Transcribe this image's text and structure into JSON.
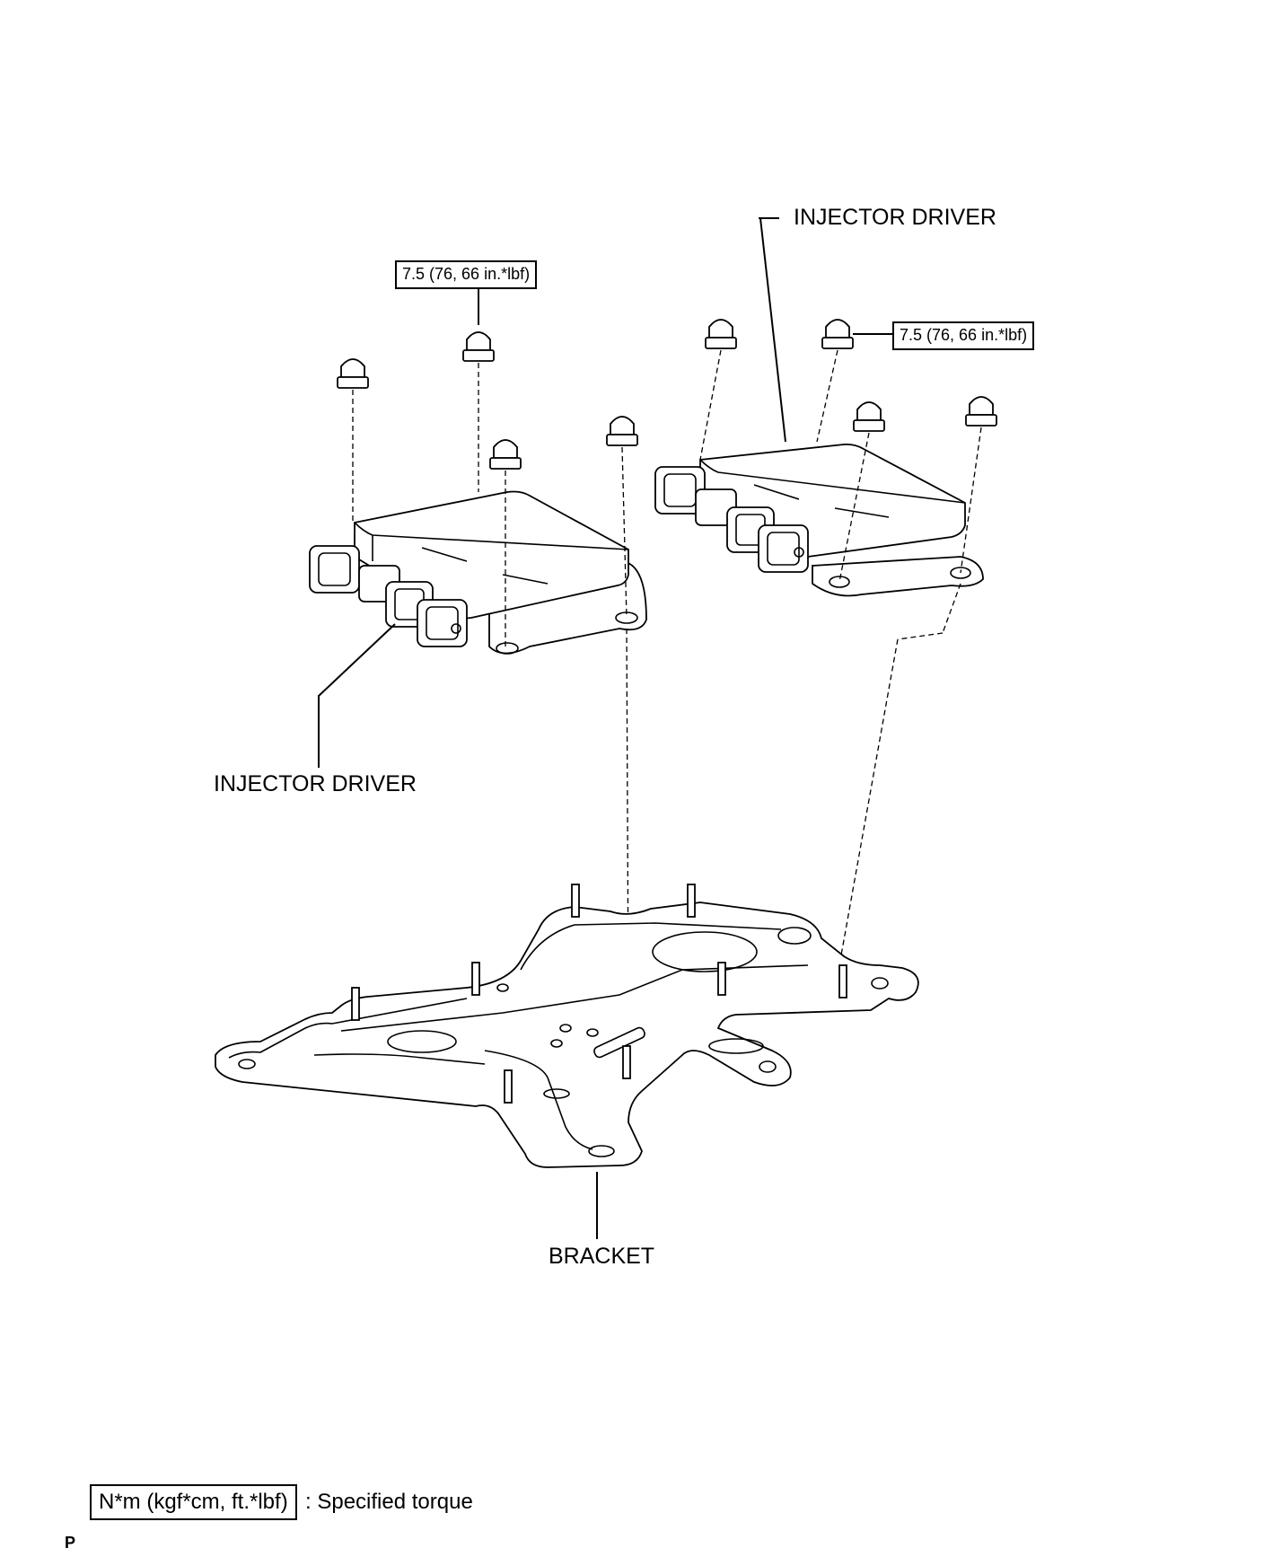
{
  "labels": {
    "injector_driver_right": "INJECTOR DRIVER",
    "injector_driver_left": "INJECTOR DRIVER",
    "bracket": "BRACKET"
  },
  "torque": {
    "left": "7.5 (76, 66 in.*lbf)",
    "right": "7.5 (76, 66 in.*lbf)"
  },
  "legend": {
    "unit": "N*m (kgf*cm, ft.*lbf)",
    "description": ": Specified torque"
  },
  "page_mark": "P"
}
